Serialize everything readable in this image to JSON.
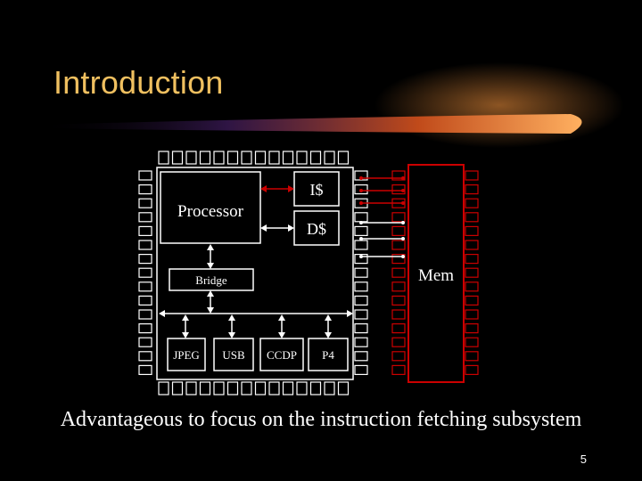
{
  "slide": {
    "title": "Introduction",
    "caption": "Advantageous to focus on the instruction fetching subsystem",
    "page_number": "5"
  },
  "diagram": {
    "processor": "Processor",
    "icache": "I$",
    "dcache": "D$",
    "bridge": "Bridge",
    "memory": "Mem",
    "peripherals": [
      "JPEG",
      "USB",
      "CCDP",
      "P4"
    ]
  },
  "colors": {
    "title": "#f0c060",
    "bus_red": "#cc0000",
    "streak": "#ff8800"
  }
}
